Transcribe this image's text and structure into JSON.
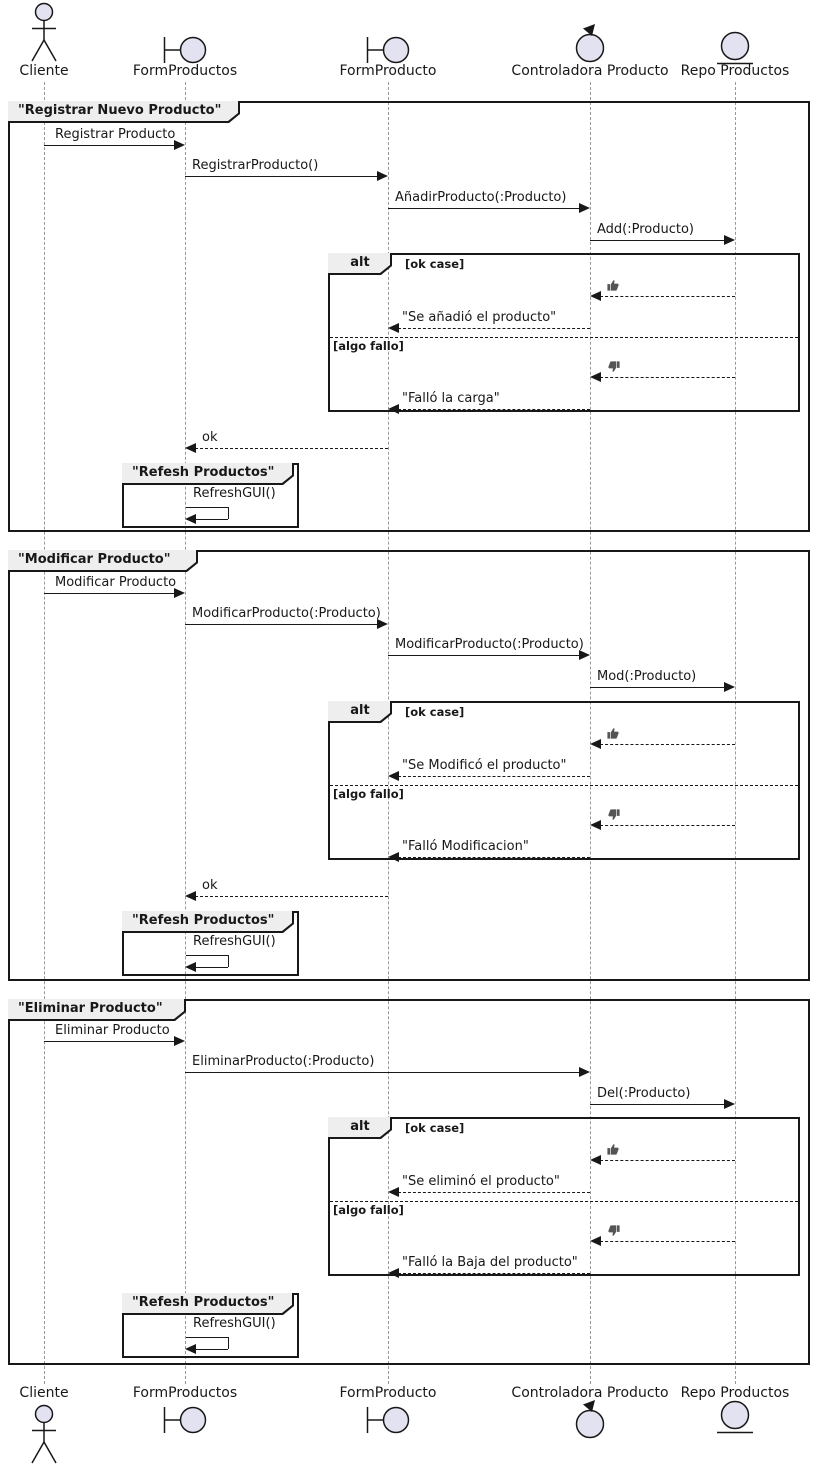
{
  "participants": [
    {
      "label": "Cliente",
      "type": "actor"
    },
    {
      "label": "FormProductos",
      "type": "boundary"
    },
    {
      "label": "FormProducto",
      "type": "boundary"
    },
    {
      "label": "Controladora Producto",
      "type": "control"
    },
    {
      "label": "Repo Productos",
      "type": "entity"
    }
  ],
  "alt": {
    "operator": "alt",
    "ok_guard": "[ok case]",
    "fail_guard": "[algo fallo]"
  },
  "result_icons": {
    "ok": "👍",
    "fail": "👎"
  },
  "refresh_group": {
    "title": "\"Refesh Productos\"",
    "message": "RefreshGUI()"
  },
  "frames": [
    {
      "title": "\"Registrar Nuevo Producto\"",
      "messages": {
        "request": "Registrar Producto",
        "form_call": "RegistrarProducto()",
        "controller_call": "AñadirProducto(:Producto)",
        "repo_call": "Add(:Producto)",
        "ok_reply": "\"Se añadió el producto\"",
        "fail_reply": "\"Falló la carga\"",
        "return": "ok"
      }
    },
    {
      "title": "\"Modificar Producto\"",
      "messages": {
        "request": "Modificar Producto",
        "form_call": "ModificarProducto(:Producto)",
        "controller_call": "ModificarProducto(:Producto)",
        "repo_call": "Mod(:Producto)",
        "ok_reply": "\"Se Modificó el producto\"",
        "fail_reply": "\"Falló Modificacion\"",
        "return": "ok"
      }
    },
    {
      "title": "\"Eliminar Producto\"",
      "messages": {
        "request": "Eliminar Producto",
        "controller_call": "EliminarProducto(:Producto)",
        "repo_call": "Del(:Producto)",
        "ok_reply": "\"Se eliminó el producto\"",
        "fail_reply": "\"Falló la Baja del producto\""
      }
    }
  ],
  "colors": {
    "participant_fill": "#E2E2F0",
    "frame_header_fill": "#EEEEEE",
    "line": "#181818",
    "lifeline": "#999999"
  }
}
